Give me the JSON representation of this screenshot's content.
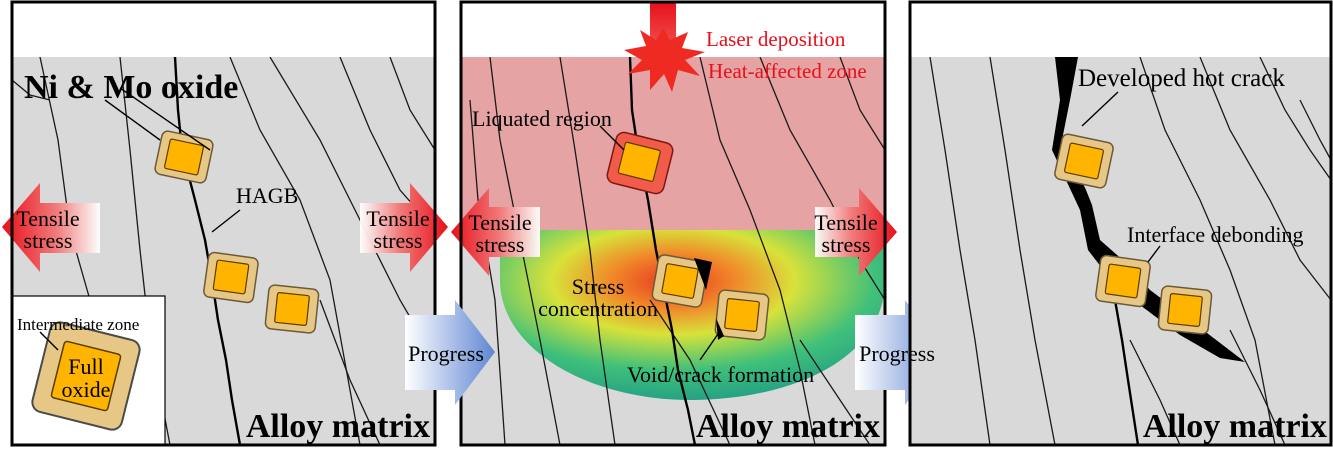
{
  "panel1": {
    "label_oxide": "Ni & Mo oxide",
    "label_hagb": "HAGB",
    "arrow_left": [
      "Tensile",
      "stress"
    ],
    "arrow_right": [
      "Tensile",
      "stress"
    ],
    "inset_zone": "Intermediate zone",
    "inset_oxide": [
      "Full",
      "oxide"
    ],
    "label_matrix": "Alloy matrix"
  },
  "progress1": "Progress",
  "panel2": {
    "laser": "Laser deposition",
    "haz": "Heat-affected zone",
    "liquated": "Liquated region",
    "arrow_left": [
      "Tensile",
      "stress"
    ],
    "arrow_right": [
      "Tensile",
      "stress"
    ],
    "stress": [
      "Stress",
      "concentration"
    ],
    "void": "Void/crack formation",
    "label_matrix": "Alloy matrix"
  },
  "progress2": "Progress",
  "panel3": {
    "crack": "Developed hot crack",
    "debond": "Interface debonding",
    "label_matrix": "Alloy matrix"
  },
  "colors": {
    "matrix": "#d9d9d9",
    "oxide_core": "#ffb400",
    "oxide_shell": "#e6c785",
    "haz": "#e6a3a3",
    "laser": "#e8101a",
    "progress": "#6f93d6",
    "tensile_arrow": "#e8101a"
  }
}
